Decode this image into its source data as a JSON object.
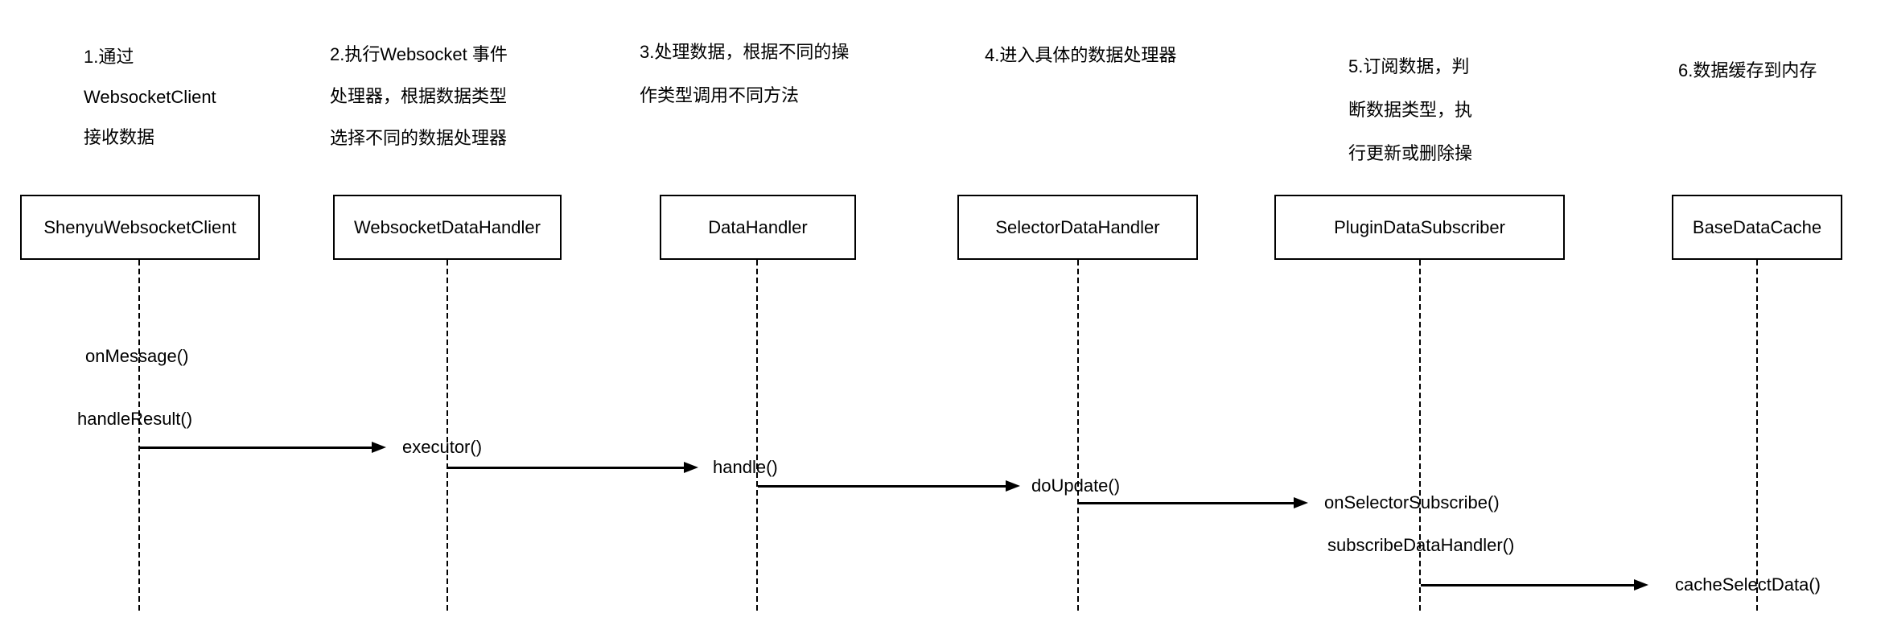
{
  "diagram": {
    "title_semantic": "shenyu-websocket-data-sync-sequence",
    "background_color": "#ffffff",
    "ink_color": "#000000",
    "annotations": [
      {
        "step": "1",
        "text": "1.通过\nWebsocketClient\n接收数据"
      },
      {
        "step": "2",
        "text": "2.执行Websocket 事件\n处理器，根据数据类型\n选择不同的数据处理器"
      },
      {
        "step": "3",
        "text": "3.处理数据，根据不同的操\n作类型调用不同方法"
      },
      {
        "step": "4",
        "text": "4.进入具体的数据处理器"
      },
      {
        "step": "5",
        "text": "5.订阅数据，判\n断数据类型，执\n行更新或删除操"
      },
      {
        "step": "6",
        "text": "6.数据缓存到内存"
      }
    ],
    "participants": [
      {
        "name": "ShenyuWebsocketClient"
      },
      {
        "name": "WebsocketDataHandler"
      },
      {
        "name": "DataHandler"
      },
      {
        "name": "SelectorDataHandler"
      },
      {
        "name": "PluginDataSubscriber"
      },
      {
        "name": "BaseDataCache"
      }
    ],
    "messages": [
      {
        "label": "onMessage()"
      },
      {
        "label": "handleResult()"
      },
      {
        "label": "executor()"
      },
      {
        "label": "handle()"
      },
      {
        "label": "doUpdate()"
      },
      {
        "label": "onSelectorSubscribe()"
      },
      {
        "label": "subscribeDataHandler()"
      },
      {
        "label": "cacheSelectData()"
      }
    ]
  }
}
